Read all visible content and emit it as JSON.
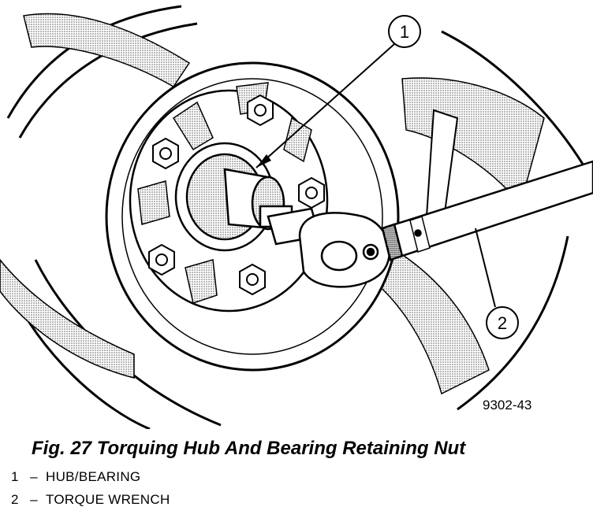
{
  "figure": {
    "callouts": [
      {
        "number": "1"
      },
      {
        "number": "2"
      }
    ],
    "image_code": "9302-43"
  },
  "caption": "Fig. 27 Torquing Hub And Bearing Retaining Nut",
  "legend": [
    {
      "number": "1",
      "dash": "–",
      "label": "HUB/BEARING"
    },
    {
      "number": "2",
      "dash": "–",
      "label": "TORQUE WRENCH"
    }
  ]
}
